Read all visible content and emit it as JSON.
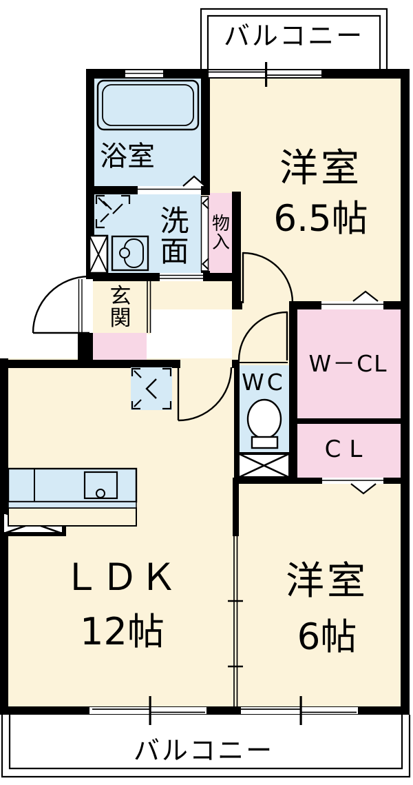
{
  "floorplan": {
    "balcony_top": "バルコニー",
    "balcony_bottom": "バルコニー",
    "bedroom_65": {
      "name": "洋室",
      "size": "6.5帖"
    },
    "bedroom_6": {
      "name": "洋室",
      "size": "6帖"
    },
    "ldk": {
      "name": "ＬＤＫ",
      "size": "12帖"
    },
    "bathroom": "浴室",
    "washroom": "洗面",
    "storage": "物入",
    "entrance": "玄関",
    "toilet": "WC",
    "walkin_closet": "W－CL",
    "closet": "CL"
  },
  "colors": {
    "room_cream": "#fcf3da",
    "wet_area_blue": "#d5eaf6",
    "closet_pink": "#f8d7e6",
    "wall_black": "#000000"
  }
}
